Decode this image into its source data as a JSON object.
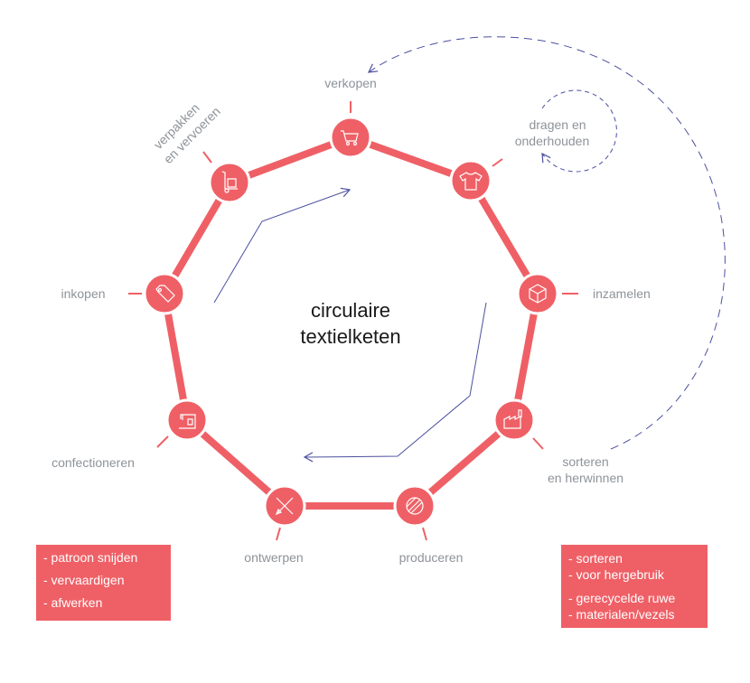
{
  "title_line1": "circulaire",
  "title_line2": "textielketen",
  "colors": {
    "accent": "#ef6066",
    "label": "#8e9399",
    "flow": "#4b50a0"
  },
  "nodes": [
    {
      "label": "verkopen",
      "icon": "cart-icon"
    },
    {
      "label": "dragen en",
      "label2": "onderhouden",
      "icon": "tshirt-icon"
    },
    {
      "label": "inzamelen",
      "icon": "box-icon"
    },
    {
      "label": "sorteren",
      "label2": "en herwinnen",
      "icon": "factory-icon"
    },
    {
      "label": "produceren",
      "icon": "yarn-icon"
    },
    {
      "label": "ontwerpen",
      "icon": "pencil-ruler-icon"
    },
    {
      "label": "confectioneren",
      "icon": "sewing-machine-icon"
    },
    {
      "label": "inkopen",
      "icon": "price-tag-icon"
    },
    {
      "label": "verpakken",
      "label2": "en vervoeren",
      "icon": "hand-truck-icon"
    }
  ],
  "left_box": [
    "- patroon snijden",
    "- vervaardigen",
    "- afwerken"
  ],
  "right_box": [
    "- sorteren",
    "- voor hergebruik",
    "- gerecycelde ruwe",
    "- materialen/vezels"
  ]
}
